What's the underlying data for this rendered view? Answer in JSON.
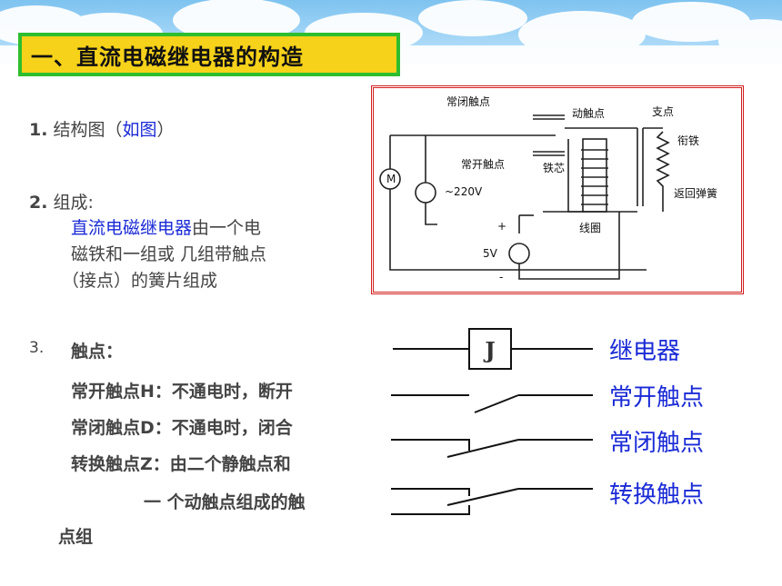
{
  "slide": {
    "title": "一、直流电磁继电器的构造",
    "item1": {
      "num": "1.",
      "text": "结构图（",
      "link": "如图",
      "end": "）"
    },
    "item2": {
      "num": "2.",
      "head": "组成:",
      "term": "直流电磁继电器",
      "line1_rest": "由一个电",
      "line2": "磁铁和一组或 几组带触点",
      "line3": "（接点）的簧片组成"
    },
    "item3": {
      "num": "3.",
      "head": "触点：",
      "h": "常开触点H：不通电时，断开",
      "d": "常闭触点D：不通电时，闭合",
      "z1": "转换触点Z：由二个静触点和",
      "z2": "一 个动触点组成的触",
      "z3": "点组"
    }
  },
  "diagram": {
    "labels": {
      "nc_contact": "常闭触点",
      "moving_contact": "动触点",
      "pivot": "支点",
      "armature": "衔铁",
      "no_contact": "常开触点",
      "core": "铁芯",
      "voltage_ac": "~220V",
      "return_spring": "返回弹簧",
      "coil": "线圈",
      "voltage_dc": "5V",
      "motor": "M",
      "plus": "+",
      "minus": "-"
    }
  },
  "symbols": {
    "relay_letter": "J",
    "relay": "继电器",
    "no": "常开触点",
    "nc": "常闭触点",
    "co": "转换触点"
  },
  "colors": {
    "title_bg": "#f6d21a",
    "title_border": "#2ebd2e",
    "accent_blue": "#1a2ad6",
    "frame_red": "#d21e1e"
  }
}
